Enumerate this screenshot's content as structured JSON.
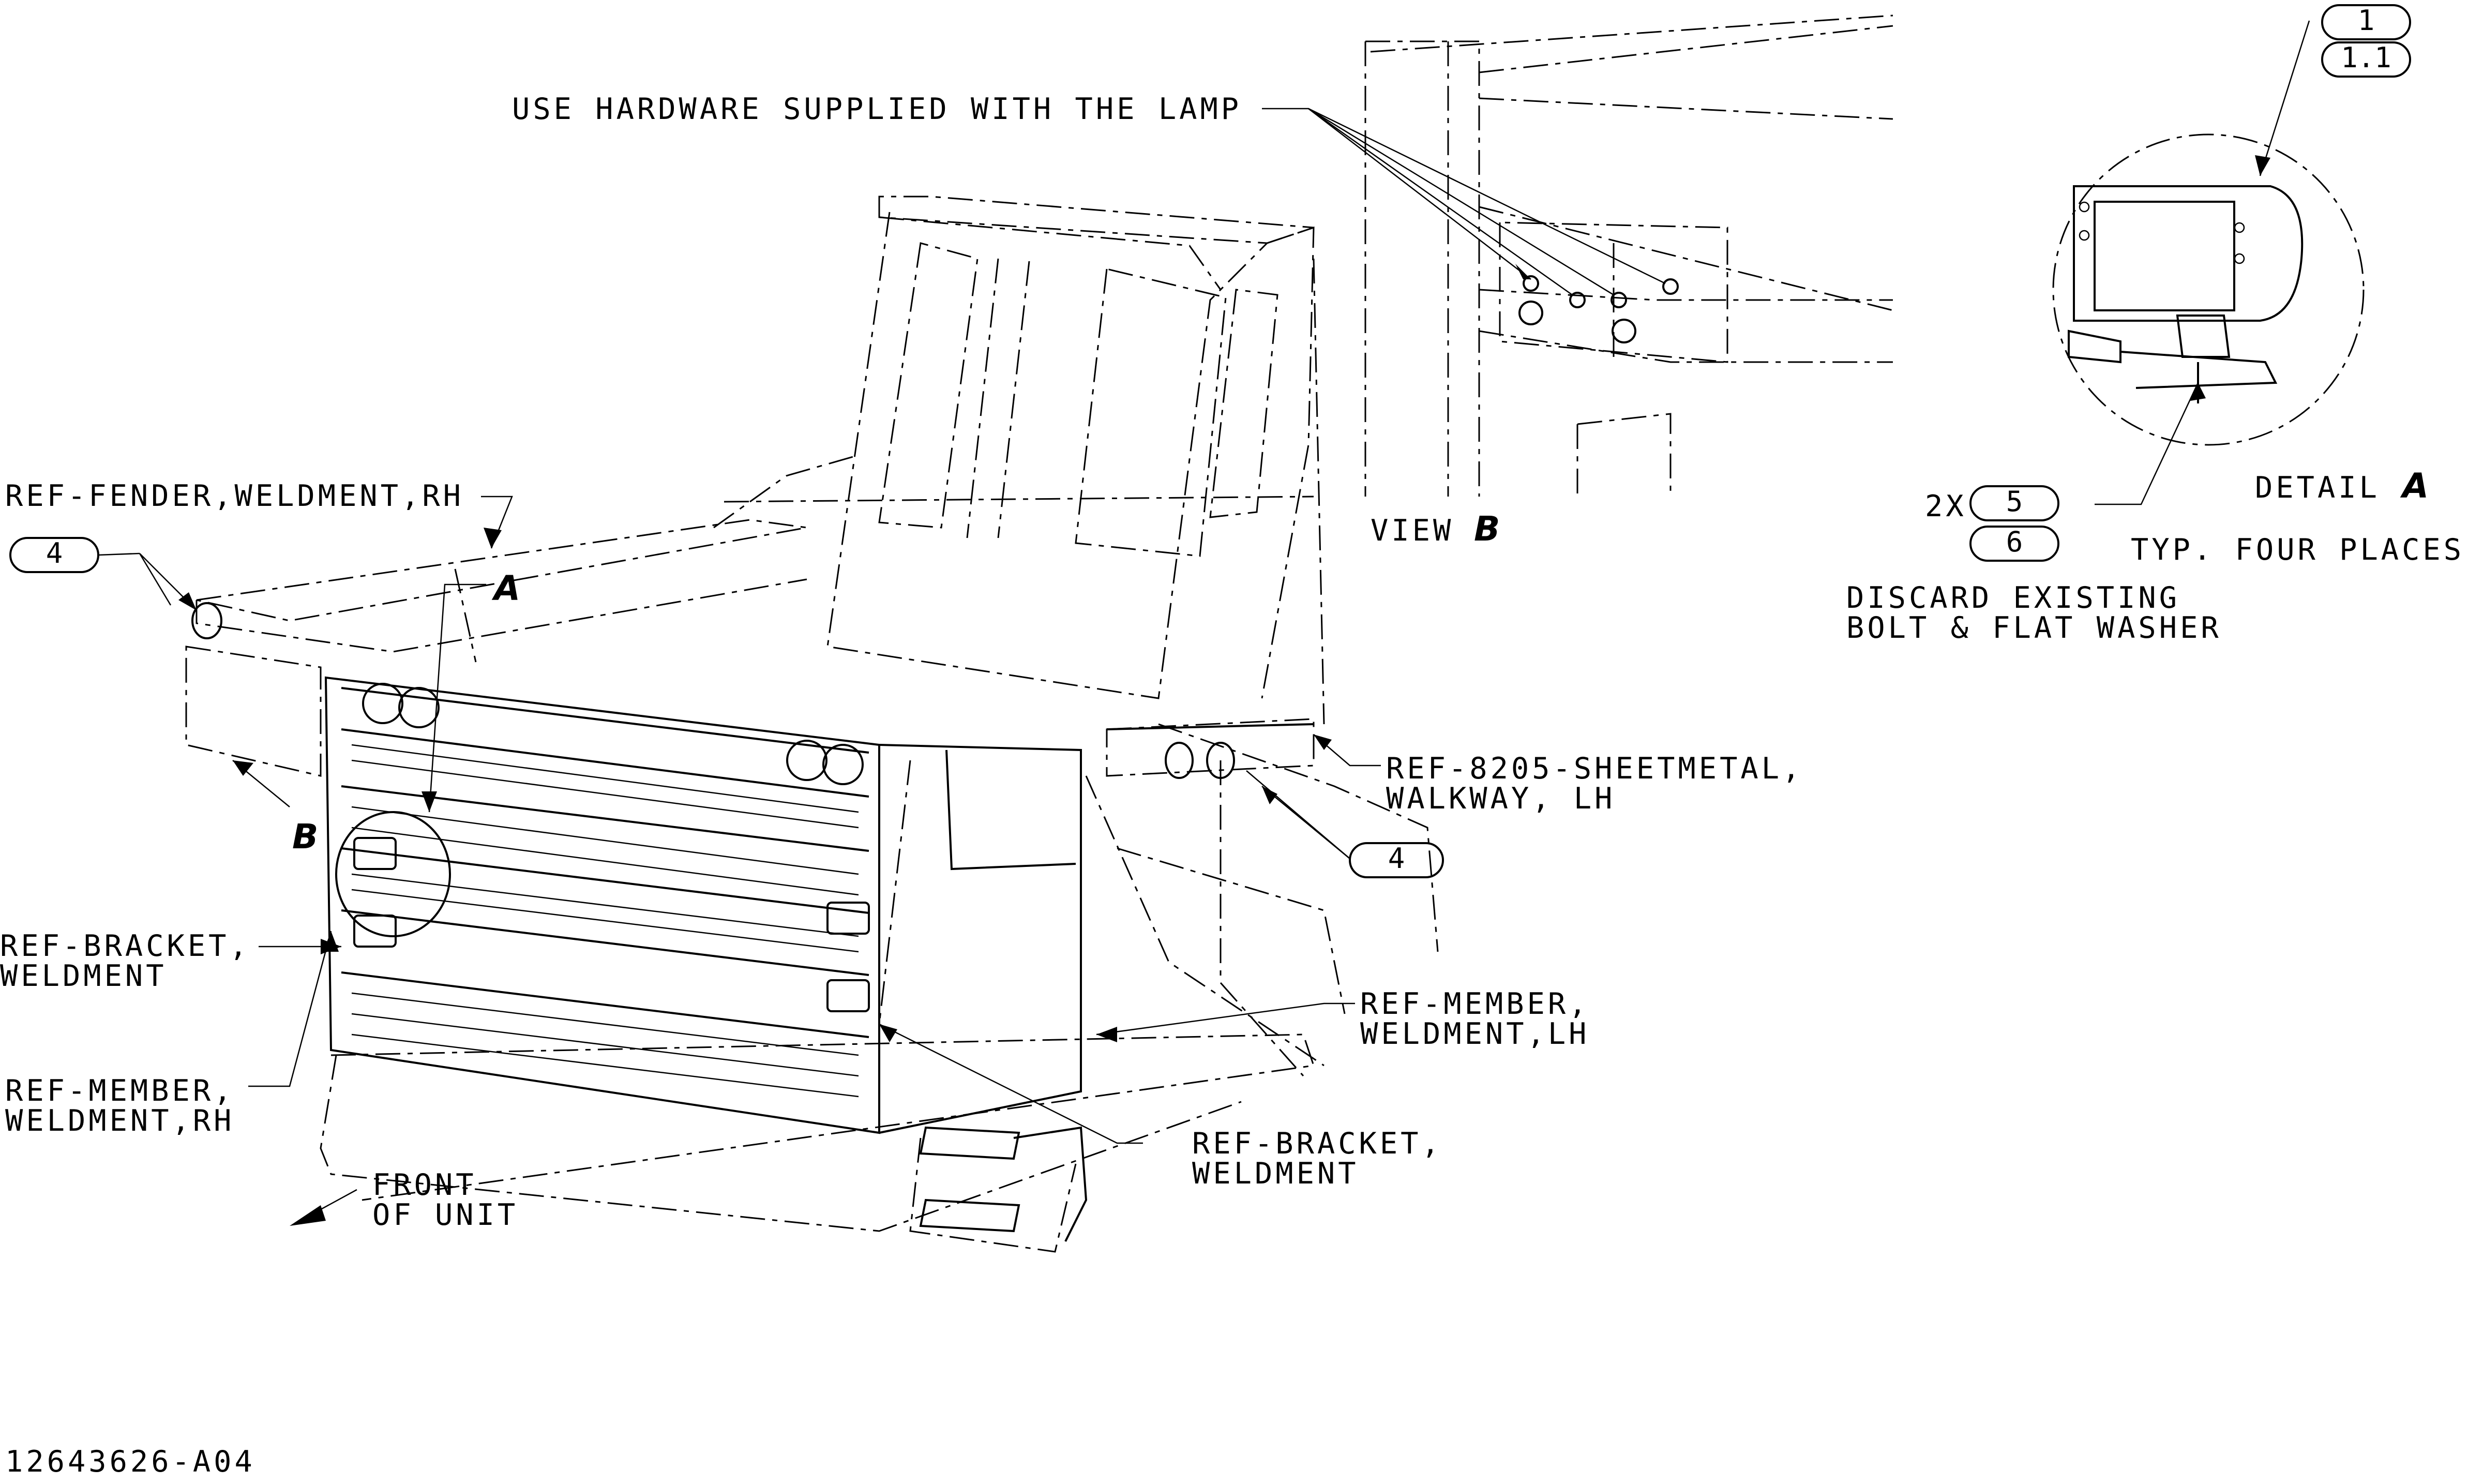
{
  "drawing_number": "12643626-A04",
  "callouts": {
    "hardware_note": "USE HARDWARE SUPPLIED WITH THE LAMP",
    "fender": "REF-FENDER,WELDMENT,RH",
    "walkway_line1": "REF-8205-SHEETMETAL,",
    "walkway_line2": "WALKWAY, LH",
    "bracket_left_line1": "REF-BRACKET,",
    "bracket_left_line2": "WELDMENT",
    "member_rh_line1": "REF-MEMBER,",
    "member_rh_line2": "WELDMENT,RH",
    "member_lh_line1": "REF-MEMBER,",
    "member_lh_line2": "WELDMENT,LH",
    "bracket_right_line1": "REF-BRACKET,",
    "bracket_right_line2": "WELDMENT",
    "front_line1": "FRONT",
    "front_line2": "OF UNIT",
    "discard_line1": "DISCARD EXISTING",
    "discard_line2": "BOLT & FLAT WASHER",
    "typ_note": "TYP. FOUR PLACES",
    "qty_prefix": "2X"
  },
  "views": {
    "view_b_label": "VIEW",
    "view_b_letter": "B",
    "detail_a_label": "DETAIL",
    "detail_a_letter": "A",
    "marker_a": "A",
    "marker_b": "B"
  },
  "item_bubbles": {
    "item_1": "1",
    "item_1_1": "1.1",
    "item_5": "5",
    "item_6": "6",
    "item_4_left": "4",
    "item_4_right": "4"
  }
}
